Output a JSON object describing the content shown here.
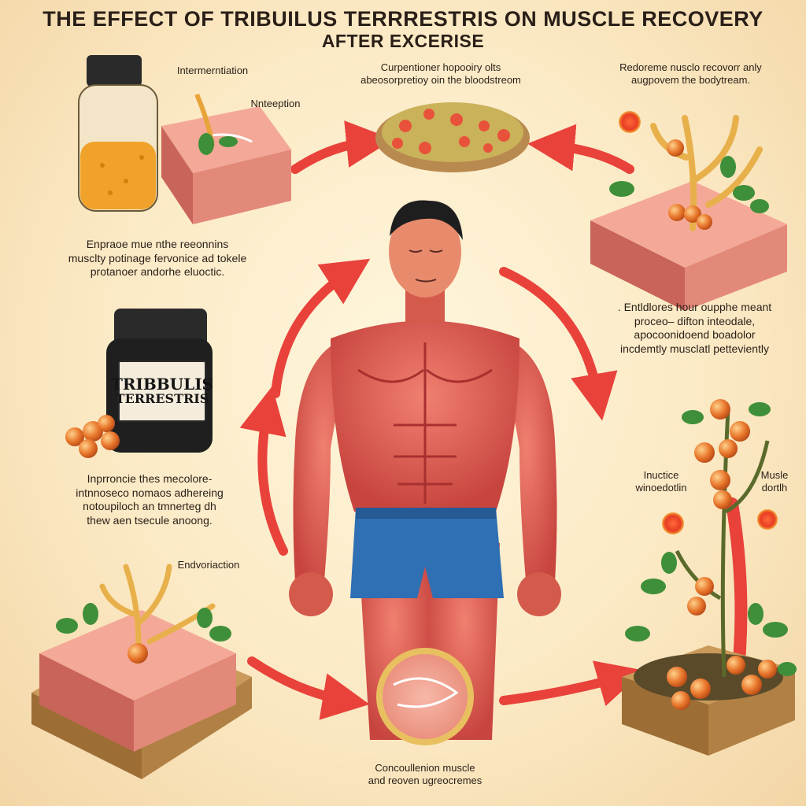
{
  "title": {
    "line1": "THE EFFECT OF TRIBUILUS TERRRESTRIS ON MUSCLE RECOVERY",
    "line2": "AFTER EXCERISE"
  },
  "jar_label": {
    "line1": "TRIBBULIS",
    "line2": "TERRESTRIS"
  },
  "captions": {
    "top_left_a": "Intermerntiation",
    "top_left_b": "Nnteeption",
    "top_center": [
      "Curpentioner hopooiry olts",
      "abeosorpretioy oin the bloodstreom"
    ],
    "top_right": [
      "Redoreme nusclo recovorr anly",
      "augpovem the bodytream."
    ],
    "mid_left": [
      "Enpraoe mue nthe reeonnins",
      "musclty potinage fervonice ad tokele",
      "protanoer andorhe eluoctic."
    ],
    "mid_right": [
      ". Entldlores hour oupphe meant",
      "proceo– difton inteodale,",
      "apocoonidoend boadolor",
      "incdemtly musclatl petteviently"
    ],
    "left_lower": [
      "Inprroncie thes mecolore-",
      "intnnoseco nomaos adhereing",
      "notoupiloch an tmnerteg dh",
      "thew aen tsecule anoong."
    ],
    "right_lower_a": [
      "Inuctice",
      "winoedotlin"
    ],
    "right_lower_b": [
      "Musle",
      "dortlh"
    ],
    "bottom_left": "Endvoriaction",
    "bottom_center": [
      "Concoullenion muscle",
      "and reoven ugreocremes"
    ]
  },
  "colors": {
    "arrow": "#e8423b",
    "muscle": "#d9534f",
    "muscle_dark": "#a8302f",
    "shorts": "#2f6fb3",
    "berry": "#e8762b",
    "leaf": "#3f8f3a",
    "wood": "#b98a50"
  }
}
